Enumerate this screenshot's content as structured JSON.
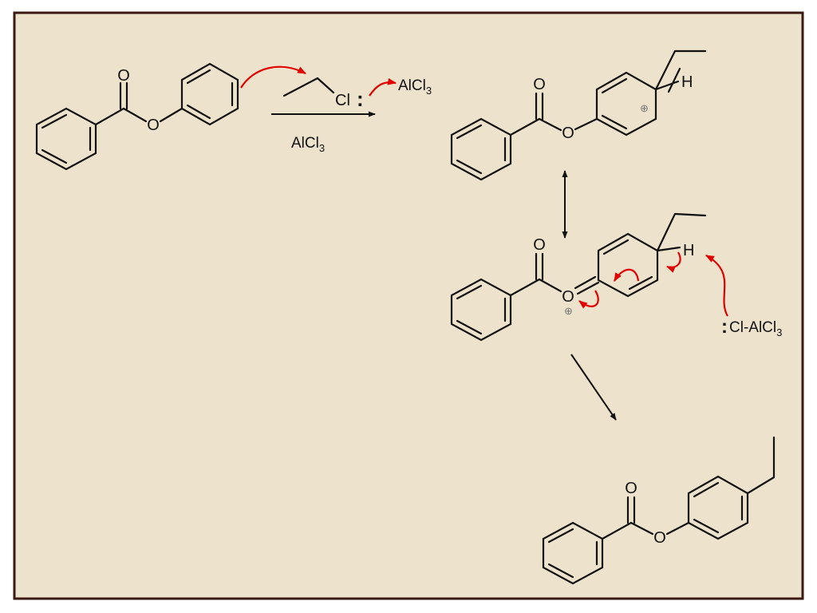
{
  "colors": {
    "background": "#ede2cb",
    "frame": "#3a1a12",
    "ink": "#111111",
    "mechanism_arrow": "#e00000",
    "charge": "#777777"
  },
  "labels": {
    "ester_oxygen": "O",
    "carbonyl_oxygen": "O",
    "chlorine": "Cl",
    "lone_pair": ":",
    "lewis_acid_main": "AlCl",
    "lewis_acid_sub": "3",
    "hydrogen": "H",
    "plus_charge": "⊕",
    "base_main": "Cl-AlCl",
    "base_sub": "3",
    "base_lone_pair": ":"
  },
  "conditions": {
    "catalyst_main": "AlCl",
    "catalyst_sub": "3"
  }
}
